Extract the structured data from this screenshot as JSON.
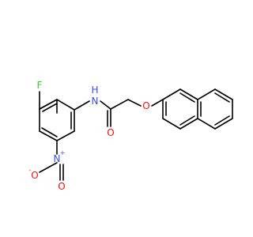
{
  "molecule": {
    "colors": {
      "bond": "#000000",
      "F": "#33cc33",
      "N": "#3050f8",
      "O": "#ff0d0d"
    },
    "atoms": {
      "fluorine": "F",
      "amide_nitrogen": "N",
      "amide_hydrogen": "H",
      "carbonyl_oxygen": "O",
      "ether_oxygen": "O",
      "nitro_nitrogen": "N",
      "nitro_oxygen_top": "O",
      "nitro_oxygen_bottom": "O",
      "nitro_n_charge": "+",
      "nitro_o_charge": "-"
    }
  }
}
